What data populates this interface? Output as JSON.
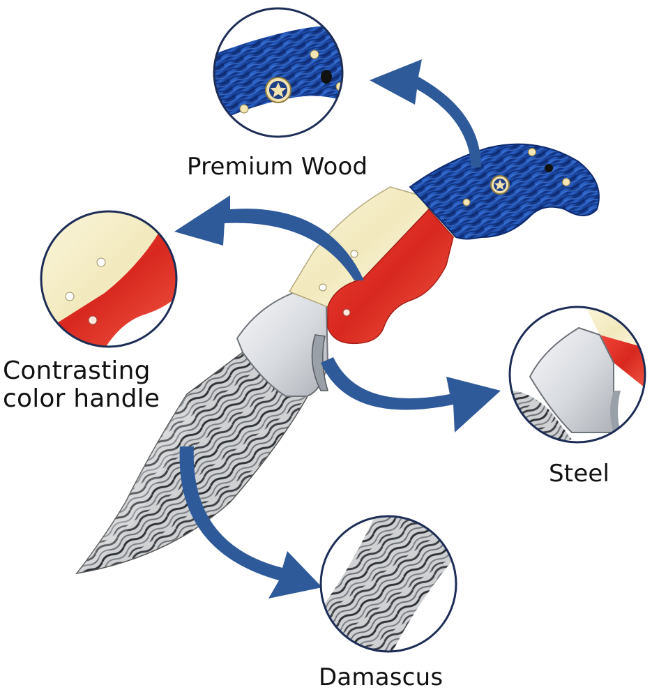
{
  "labels": {
    "premium_wood": "Premium Wood",
    "contrasting_line1": "Contrasting",
    "contrasting_line2": "color handle",
    "steel": "Steel",
    "damascus": "Damascus"
  },
  "colors": {
    "arrow": "#2f5a99",
    "circle_outline": "#1d2d55",
    "handle_blue": "#1f4fb0",
    "handle_red": "#e53a2e",
    "handle_cream": "#f6efc9",
    "bolster_steel": "#e4e6ea",
    "blade_gray": "#8b8e92",
    "pin_brass": "#f3e6b4"
  },
  "icons": [
    "curved-arrow-icon",
    "star-emblem-icon",
    "zoom-circle"
  ]
}
